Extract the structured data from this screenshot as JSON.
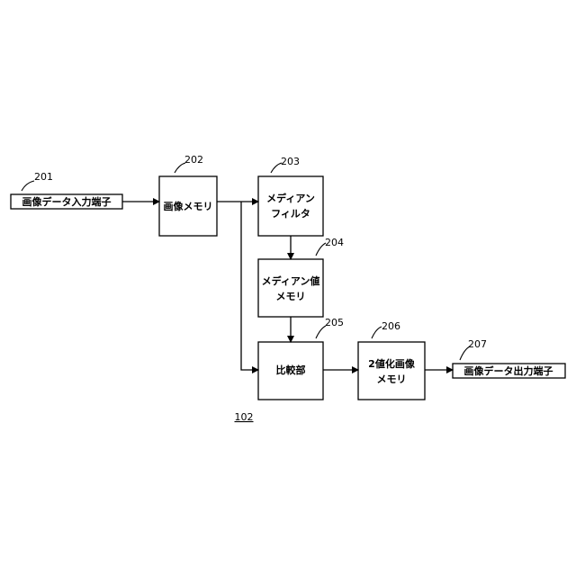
{
  "diagram": {
    "figure_label": "102",
    "input_terminal": {
      "label": "画像データ入力端子",
      "ref": "201"
    },
    "image_memory": {
      "label": "画像メモリ",
      "ref": "202"
    },
    "median_filter": {
      "label_line1": "メディアン",
      "label_line2": "フィルタ",
      "ref": "203"
    },
    "median_value_memory": {
      "label_line1": "メディアン値",
      "label_line2": "メモリ",
      "ref": "204"
    },
    "comparator": {
      "label": "比較部",
      "ref": "205"
    },
    "binary_image_memory": {
      "label_line1": "2値化画像",
      "label_line2": "メモリ",
      "ref": "206"
    },
    "output_terminal": {
      "label": "画像データ出力端子",
      "ref": "207"
    }
  }
}
